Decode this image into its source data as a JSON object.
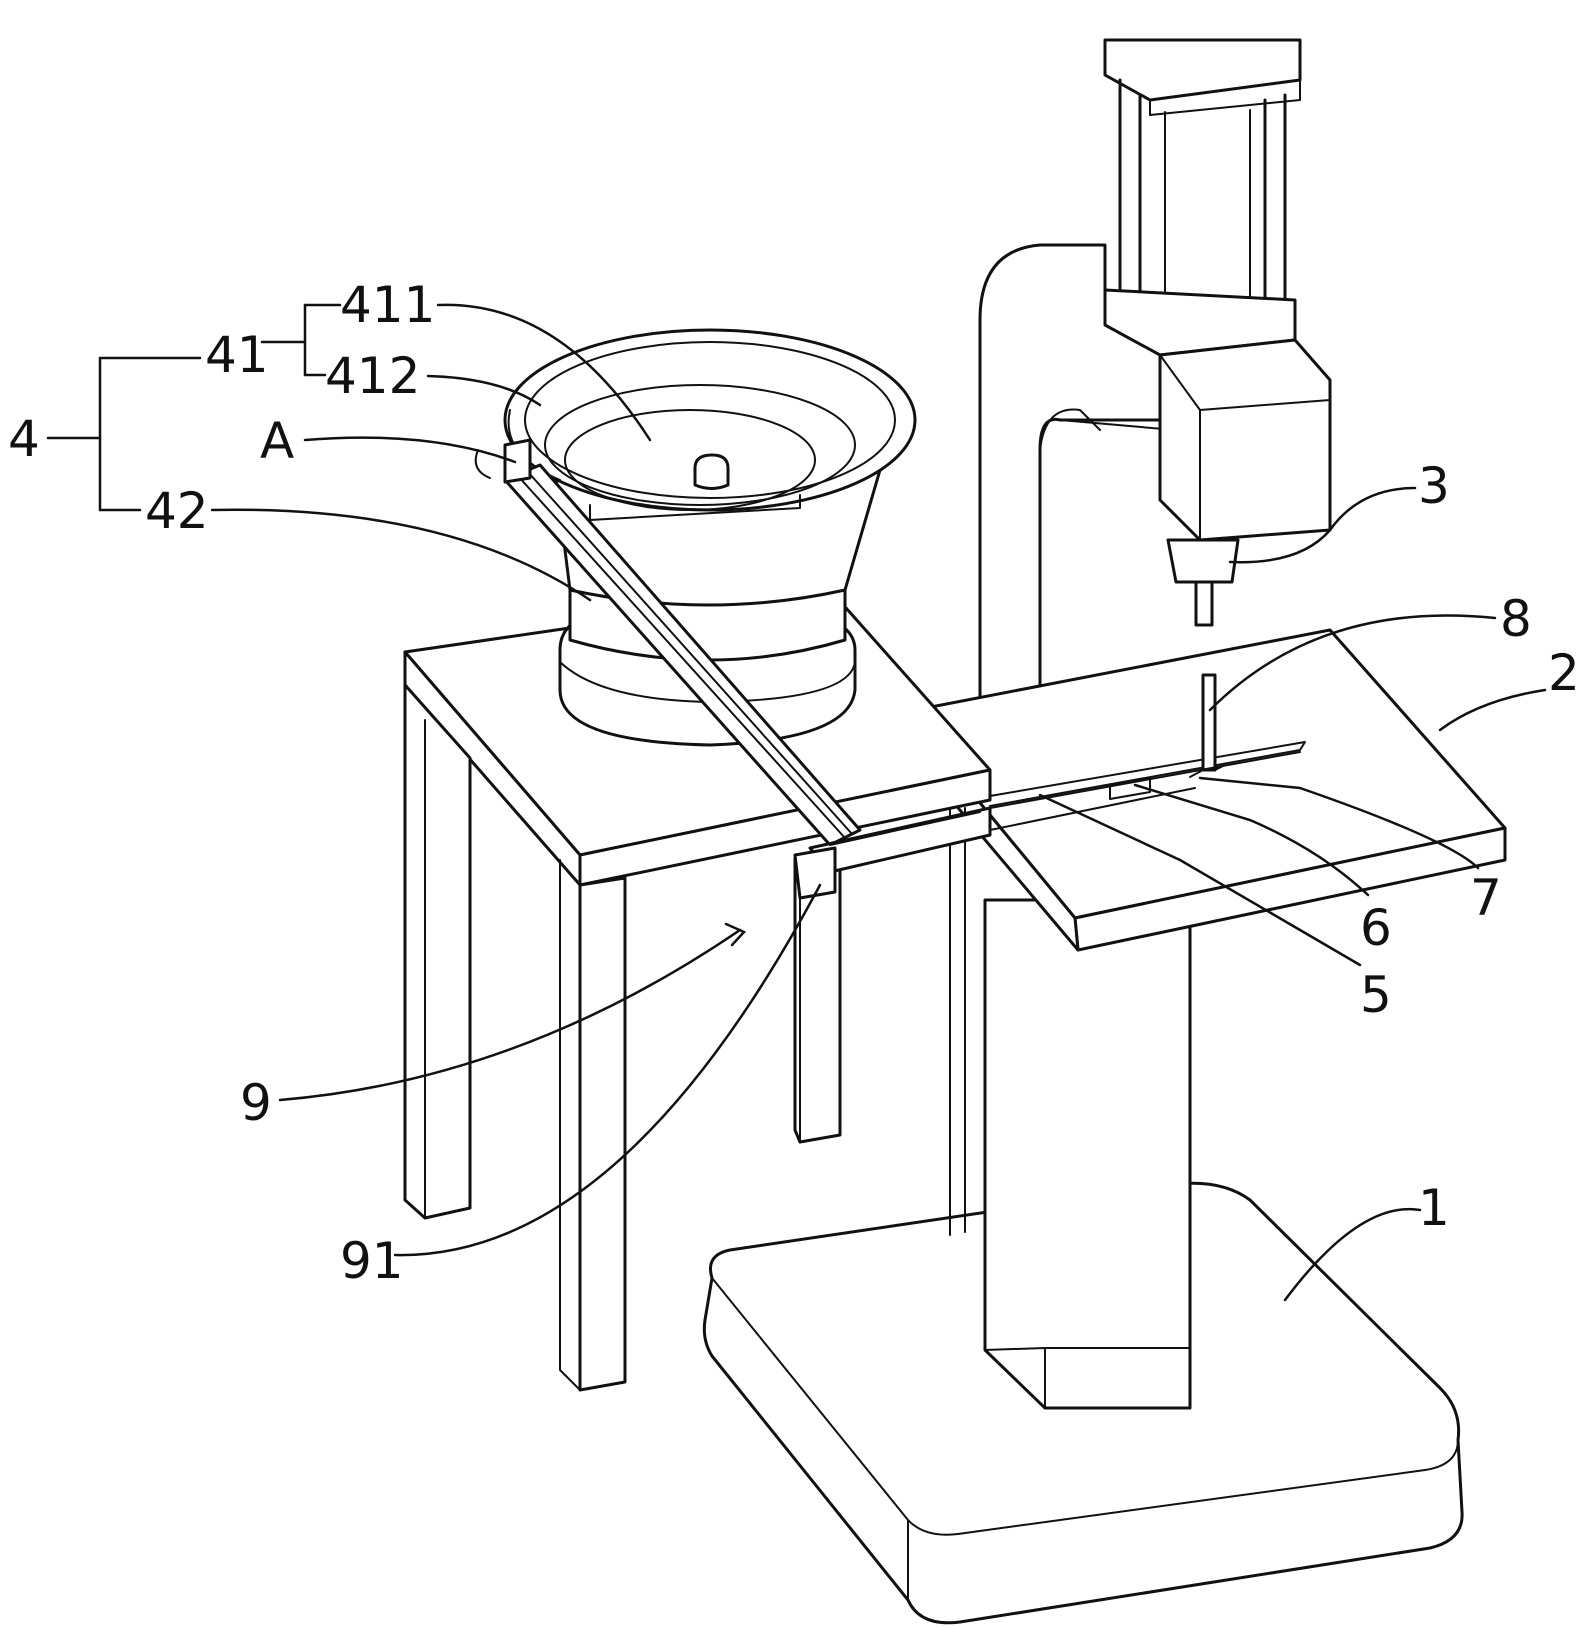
{
  "labels": {
    "l4": "4",
    "l41": "41",
    "l411": "411",
    "l412": "412",
    "lA": "A",
    "l42": "42",
    "l3": "3",
    "l8": "8",
    "l2": "2",
    "l7": "7",
    "l6": "6",
    "l5": "5",
    "l9": "9",
    "l91": "91",
    "l1": "1"
  },
  "colors": {
    "line": "#111111",
    "background": "#ffffff"
  }
}
